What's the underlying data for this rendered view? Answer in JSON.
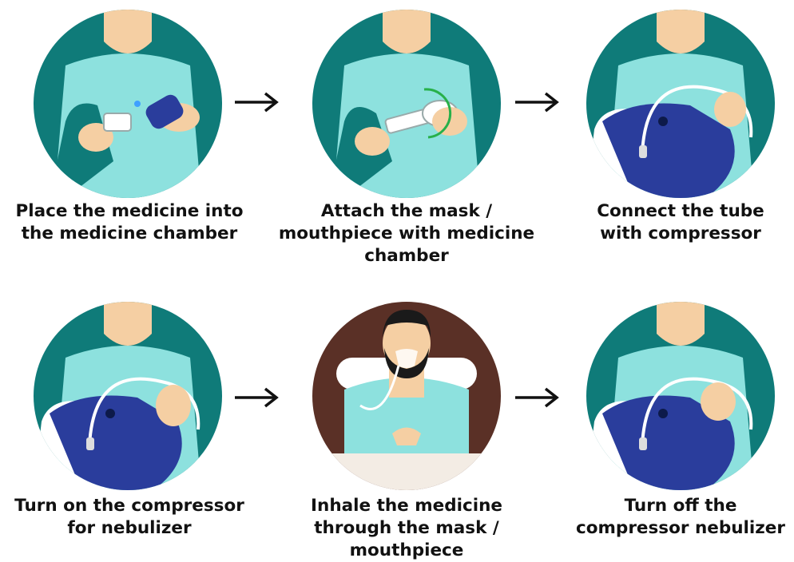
{
  "steps": [
    {
      "lines": [
        "Place the medicine into",
        "the medicine chamber"
      ]
    },
    {
      "lines": [
        "Attach the mask /",
        "mouthpiece with medicine",
        "chamber"
      ]
    },
    {
      "lines": [
        "Connect the tube",
        "with compressor"
      ]
    },
    {
      "lines": [
        "Turn on the compressor",
        "for nebulizer"
      ]
    },
    {
      "lines": [
        "Inhale the medicine",
        "through the mask /",
        "mouthpiece"
      ]
    },
    {
      "lines": [
        "Turn off the",
        "compressor nebulizer"
      ]
    }
  ],
  "icons": [
    "medicine-vial-icon",
    "mask-attach-icon",
    "tube-connect-icon",
    "compressor-on-icon",
    "patient-inhale-icon",
    "compressor-off-icon"
  ],
  "colors": {
    "teal_dark": "#0f7b79",
    "teal_light": "#8de1de",
    "skin": "#f5cfa3",
    "navy": "#2a3d9c",
    "brown": "#5a3026",
    "arrow": "#111111",
    "text": "#111111"
  }
}
